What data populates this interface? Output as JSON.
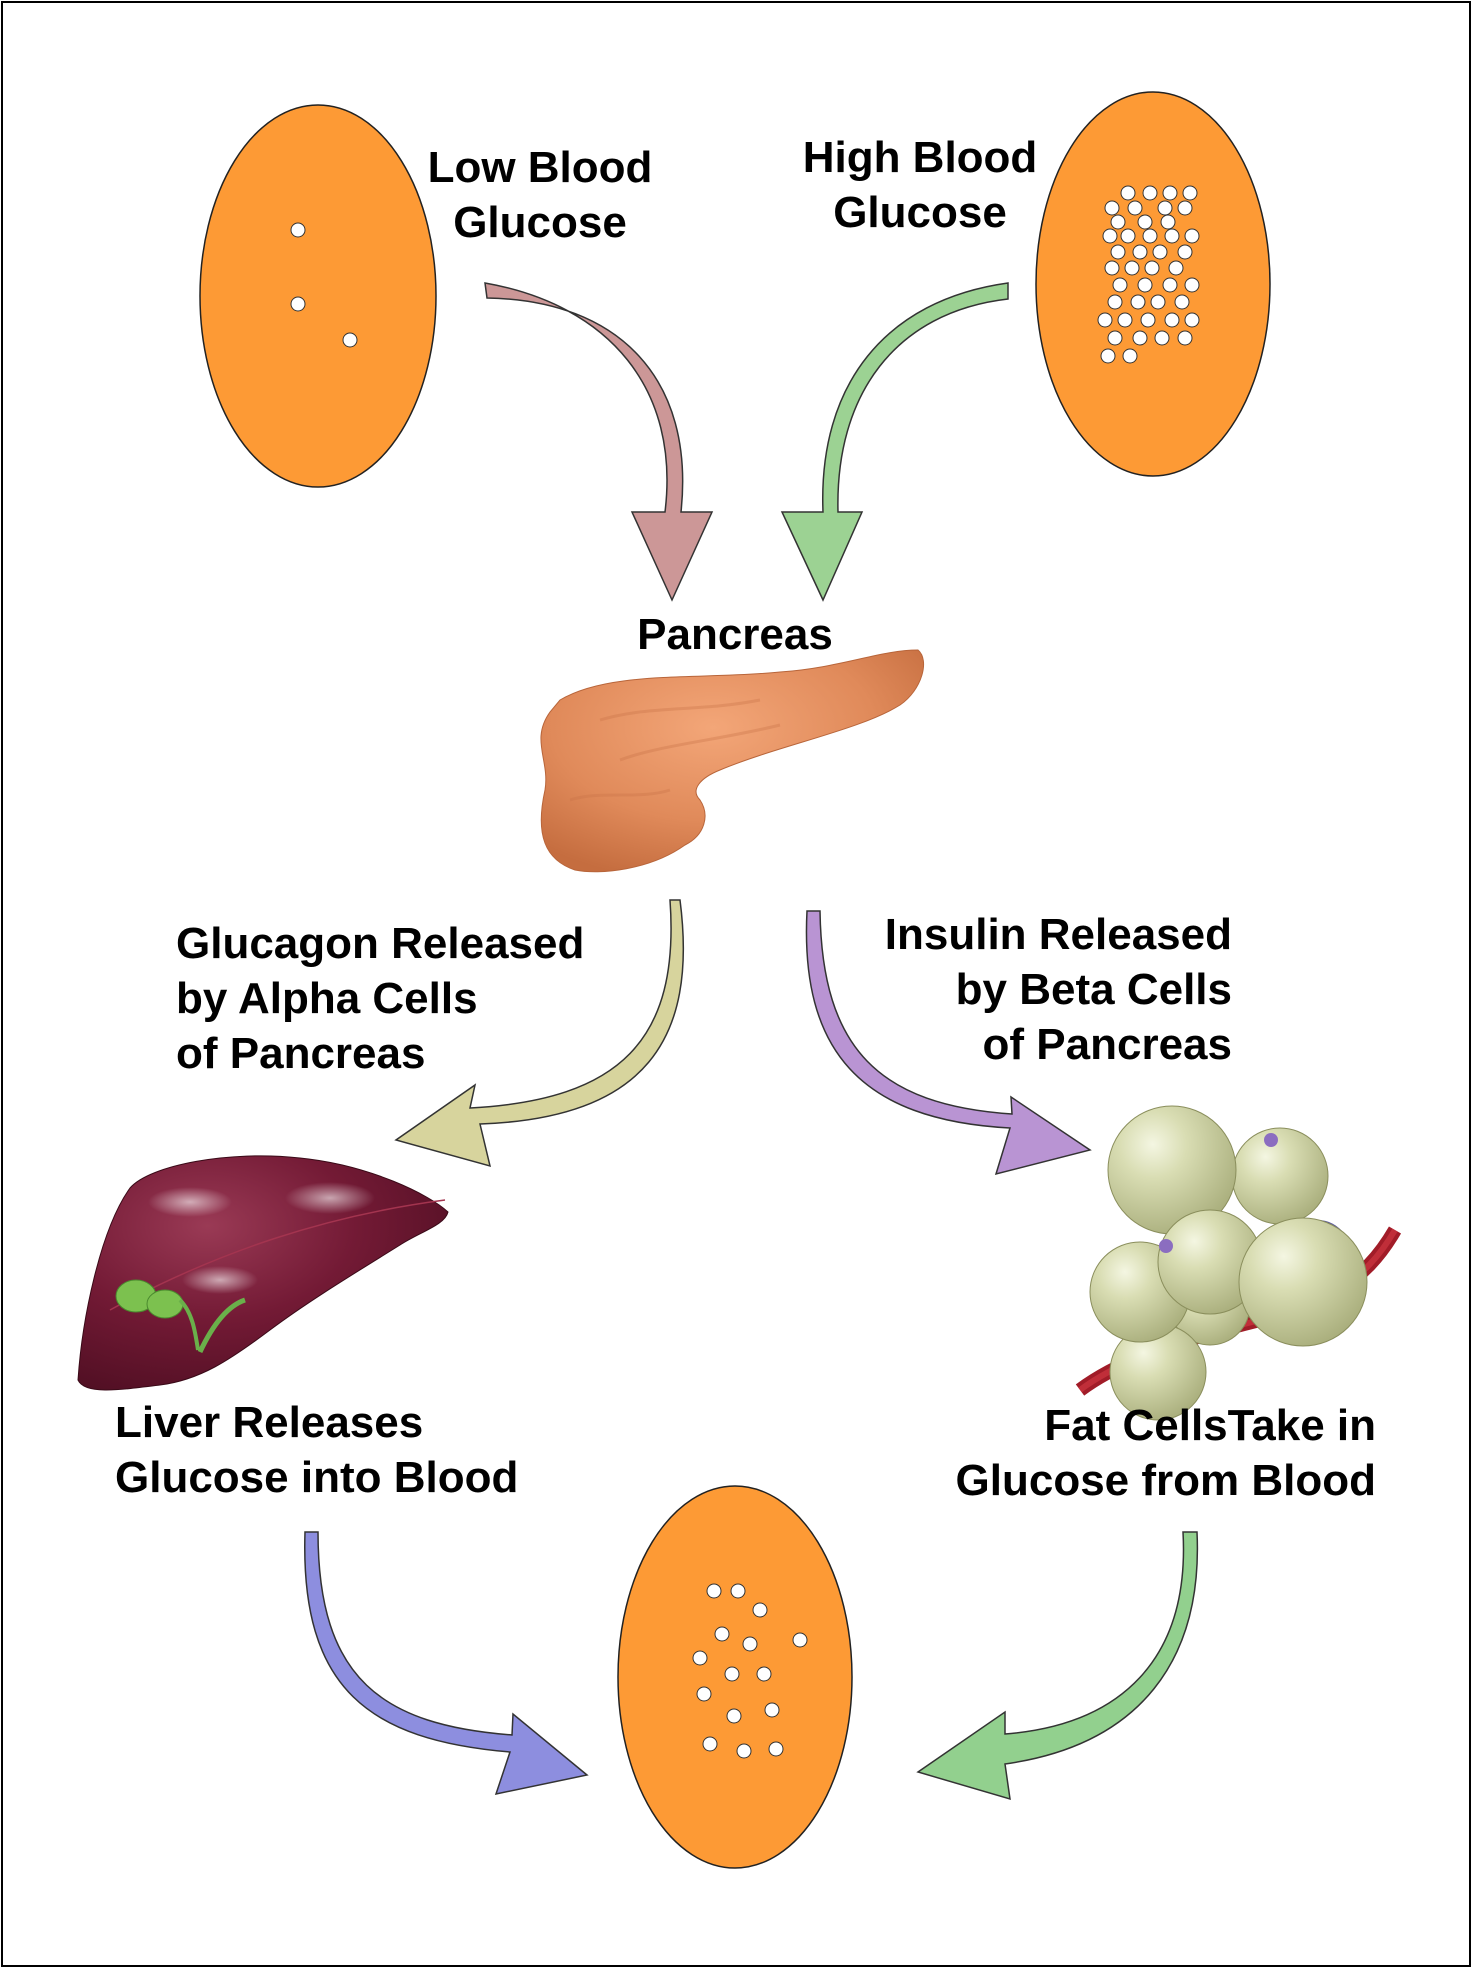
{
  "labels": {
    "low_blood_glucose": "Low Blood\nGlucose",
    "high_blood_glucose": "High Blood\nGlucose",
    "pancreas": "Pancreas",
    "glucagon": "Glucagon Released\nby Alpha Cells\nof Pancreas",
    "insulin": "Insulin Released\nby Beta Cells\nof Pancreas",
    "liver": "Liver Releases\nGlucose into Blood",
    "fat_cells": "Fat CellsTake in\nGlucose from Blood"
  },
  "icons": {
    "blood_cell": "blood-vessel-cross-section-icon",
    "glucose": "glucose-molecule-dot-icon",
    "pancreas": "pancreas-organ-icon",
    "liver": "liver-organ-icon",
    "fat_cells": "fat-cell-cluster-icon"
  },
  "glucose_counts": {
    "low": 3,
    "high": 43,
    "normal": 15
  },
  "colors": {
    "cell_fill": "#fd9a35",
    "low_arrow": "#cc9797",
    "high_arrow": "#9cd293",
    "glucagon_arrow": "#d7d49d",
    "insulin_arrow": "#b994d3",
    "liver_arrow": "#8d8edf",
    "fat_arrow": "#92d08e",
    "pancreas": "#e08a5a",
    "liver": "#731a35",
    "gallbladder": "#7cc14f",
    "fat_cell": "#cfd4a3"
  }
}
